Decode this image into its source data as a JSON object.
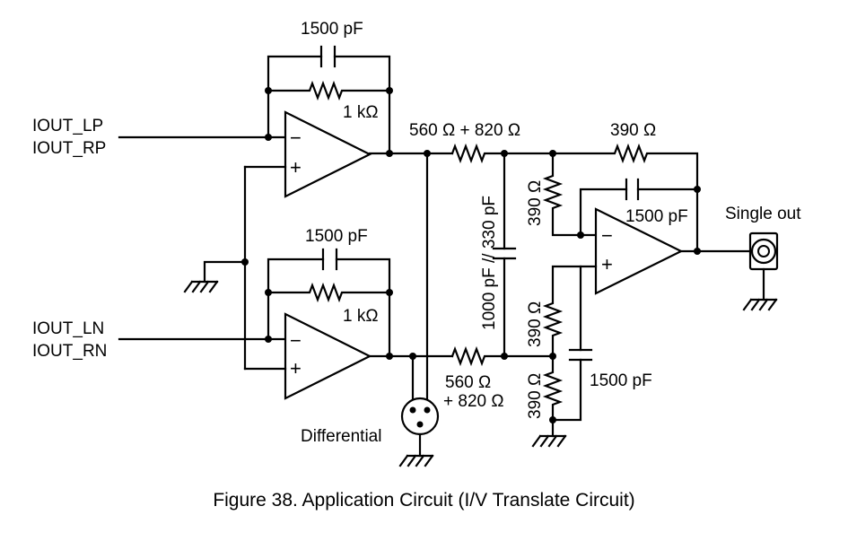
{
  "inputs": {
    "lp": "IOUT_LP",
    "rp": "IOUT_RP",
    "ln": "IOUT_LN",
    "rn": "IOUT_RN"
  },
  "components": {
    "c_top_fb": "1500 pF",
    "r_top_fb": "1 kΩ",
    "c_bot_fb": "1500 pF",
    "r_bot_fb": "1 kΩ",
    "r_series_top": "560 Ω + 820 Ω",
    "r_series_bot_1": "560 Ω",
    "r_series_bot_2": "+ 820 Ω",
    "c_diff": "1000 pF // 330 pF",
    "r_fb_out": "390 Ω",
    "c_fb_out": "1500 pF",
    "r_neg_in": "390 Ω",
    "r_pos_in": "390 Ω",
    "r_pos_gnd": "390 Ω",
    "c_pos_gnd": "1500 pF"
  },
  "outputs": {
    "differential": "Differential",
    "single": "Single out"
  },
  "op_amp_signs": {
    "minus": "−",
    "plus": "+"
  },
  "caption": "Figure 38. Application Circuit (I/V Translate Circuit)"
}
